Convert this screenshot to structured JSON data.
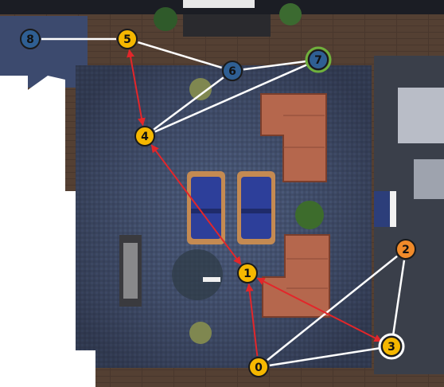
{
  "colors": {
    "node_yellow": "#f5b700",
    "node_orange": "#f08a2a",
    "node_blue": "#2f5f93",
    "edge_white": "#ffffff",
    "edge_red": "#e3262a",
    "target_ring": "#6fb13c",
    "carpet": "#4a5a78",
    "wood_floor": "#6e4a2c",
    "sofa": "#b5674d",
    "chair_blue": "#2d3f9a"
  },
  "nodes": [
    {
      "id": "node-0",
      "label": "0",
      "fill": "yellow"
    },
    {
      "id": "node-1",
      "label": "1",
      "fill": "yellow"
    },
    {
      "id": "node-2",
      "label": "2",
      "fill": "orange"
    },
    {
      "id": "node-3",
      "label": "3",
      "fill": "yellow",
      "ring": "white"
    },
    {
      "id": "node-4",
      "label": "4",
      "fill": "yellow"
    },
    {
      "id": "node-5",
      "label": "5",
      "fill": "yellow"
    },
    {
      "id": "node-6",
      "label": "6",
      "fill": "blue"
    },
    {
      "id": "node-7",
      "label": "7",
      "fill": "blue",
      "ring": "green"
    },
    {
      "id": "node-8",
      "label": "8",
      "fill": "blue"
    }
  ],
  "edges": [
    {
      "from": "node-8",
      "to": "node-5",
      "kind": "white"
    },
    {
      "from": "node-5",
      "to": "node-6",
      "kind": "white"
    },
    {
      "from": "node-6",
      "to": "node-7",
      "kind": "white"
    },
    {
      "from": "node-6",
      "to": "node-4",
      "kind": "white"
    },
    {
      "from": "node-7",
      "to": "node-4",
      "kind": "white"
    },
    {
      "from": "node-0",
      "to": "node-2",
      "kind": "white"
    },
    {
      "from": "node-0",
      "to": "node-3",
      "kind": "white"
    },
    {
      "from": "node-2",
      "to": "node-3",
      "kind": "white"
    },
    {
      "from": "node-0",
      "to": "node-1",
      "kind": "red-arrow"
    },
    {
      "from": "node-3",
      "to": "node-1",
      "kind": "red-arrow-both"
    },
    {
      "from": "node-1",
      "to": "node-4",
      "kind": "red-arrow-both"
    },
    {
      "from": "node-4",
      "to": "node-5",
      "kind": "red-arrow-both"
    }
  ]
}
